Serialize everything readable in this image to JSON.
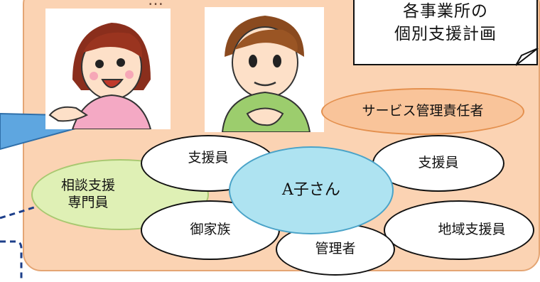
{
  "note": {
    "line1": "各事業所の",
    "line2": "個別支援計画"
  },
  "heading_fragment": "…",
  "ellipses": {
    "service_manager": "サービス管理責任者",
    "staff_left": "支援員",
    "staff_right": "支援員",
    "consultation_line1": "相談支援",
    "consultation_line2": "専門員",
    "center": "A子さん",
    "family": "御家族",
    "admin": "管理者",
    "community_staff": "地域支援員"
  },
  "colors": {
    "panel": "#fbd3b3",
    "panel_border": "#e4a574",
    "bubble": "#5ea6e0",
    "service_manager_fill": "#f9c49a",
    "consultation_fill": "#dff0b5",
    "center_fill": "#aee3f1"
  }
}
